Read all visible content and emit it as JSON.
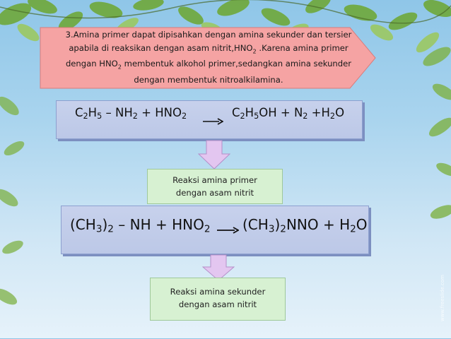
{
  "callout": {
    "line1": "3.Amina primer dapat dipisahkan dengan amina sekunder dan tersier",
    "line2_pre": "apabila di reaksikan dengan asam nitrit,HNO",
    "line2_sub": "2",
    "line2_post": " .Karena amina primer",
    "line3_pre": "dengan  HNO",
    "line3_sub": "2",
    "line3_post": "  membentuk alkohol primer,sedangkan amina sekunder",
    "line4": "dengan  membentuk nitroalkilamina."
  },
  "equation1": {
    "reactant": [
      "C",
      "2",
      "H",
      "5",
      " – NH",
      "2",
      " + HNO",
      "2"
    ],
    "product": [
      "C",
      "2",
      "H",
      "5",
      "OH + N",
      "2",
      " +H",
      "2",
      "O"
    ]
  },
  "equation2": {
    "reactant": [
      "(CH",
      "3",
      ")",
      "2",
      " – NH + HNO",
      "2"
    ],
    "product": [
      "(CH",
      "3",
      ")",
      "2",
      "NNO + H",
      "2",
      "O"
    ]
  },
  "label1": {
    "line1": "Reaksi amina primer",
    "line2": "dengan asam nitrit"
  },
  "label2": {
    "line1": "Reaksi amina sekunder",
    "line2": "dengan asam nitrit"
  },
  "watermark": "www.freeslide.com",
  "colors": {
    "callout_fill": "#f5a3a3",
    "equation_fill": "#c3cdea",
    "label_fill": "#d7f1d2",
    "arrow_fill": "#e3c6f0"
  }
}
